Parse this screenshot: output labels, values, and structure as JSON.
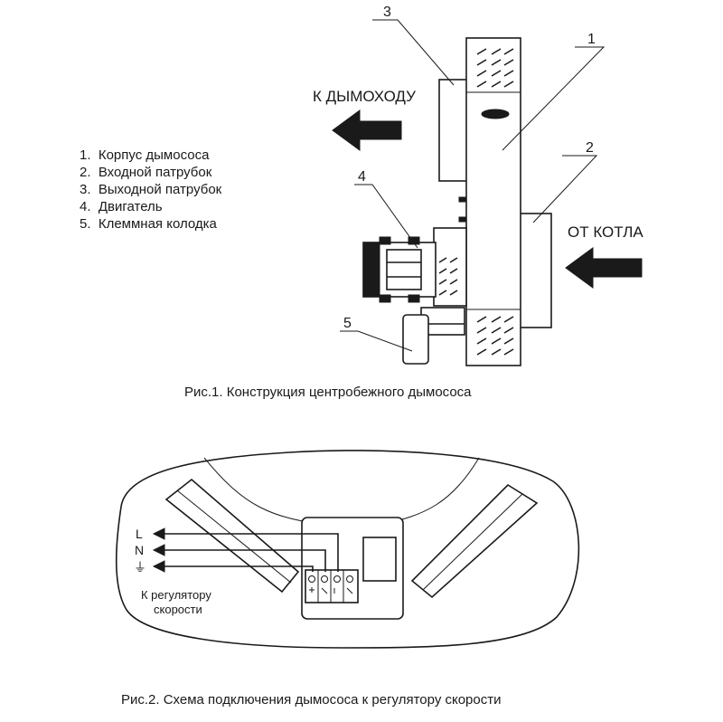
{
  "figure1": {
    "direction_to_chimney": "К ДЫМОХОДУ",
    "direction_from_boiler": "ОТ КОТЛА",
    "callouts": [
      "1",
      "2",
      "3",
      "4",
      "5"
    ],
    "legend": [
      "1.  Корпус дымососа",
      "2.  Входной патрубок",
      "3.  Выходной патрубок",
      "4.  Двигатель",
      "5.  Клеммная колодка"
    ],
    "caption": "Рис.1. Конструкция центробежного дымососа"
  },
  "figure2": {
    "wire_labels": [
      "L",
      "N",
      "⏚"
    ],
    "controller_label_line1": "К регулятору",
    "controller_label_line2": "скорости",
    "caption": "Рис.2. Схема подключения дымососа к регулятору скорости"
  }
}
